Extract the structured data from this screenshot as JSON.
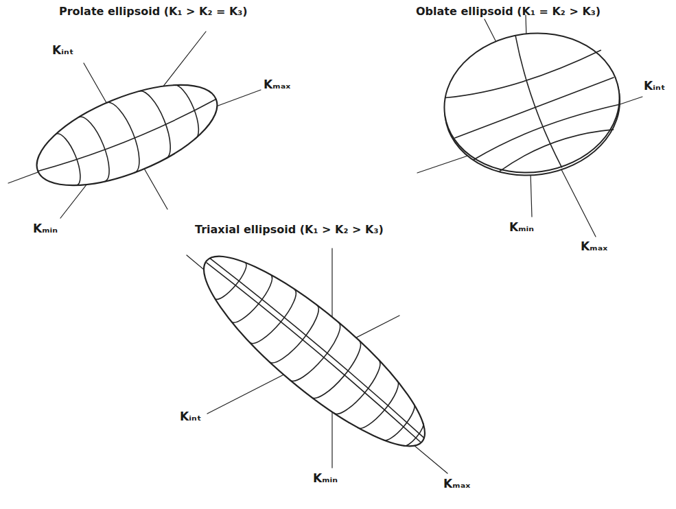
{
  "diagram": {
    "labels": [
      "Prolate ellipsoid (K₁ > K₂ = K₃)",
      "Oblate ellipsoid (K₁ = K₂ > K₃)",
      "Triaxial ellipsoid (K₁ > K₂ > K₃)",
      "Kᵢₙₜ",
      "Kₘₐₓ",
      "Kₘᵢₙ",
      "Kᵢₙₜ",
      "Kₘᵢₙ",
      "Kₘₐₓ",
      "Kᵢₙₜ",
      "Kₘᵢₙ",
      "Kₘₐₓ"
    ]
  }
}
